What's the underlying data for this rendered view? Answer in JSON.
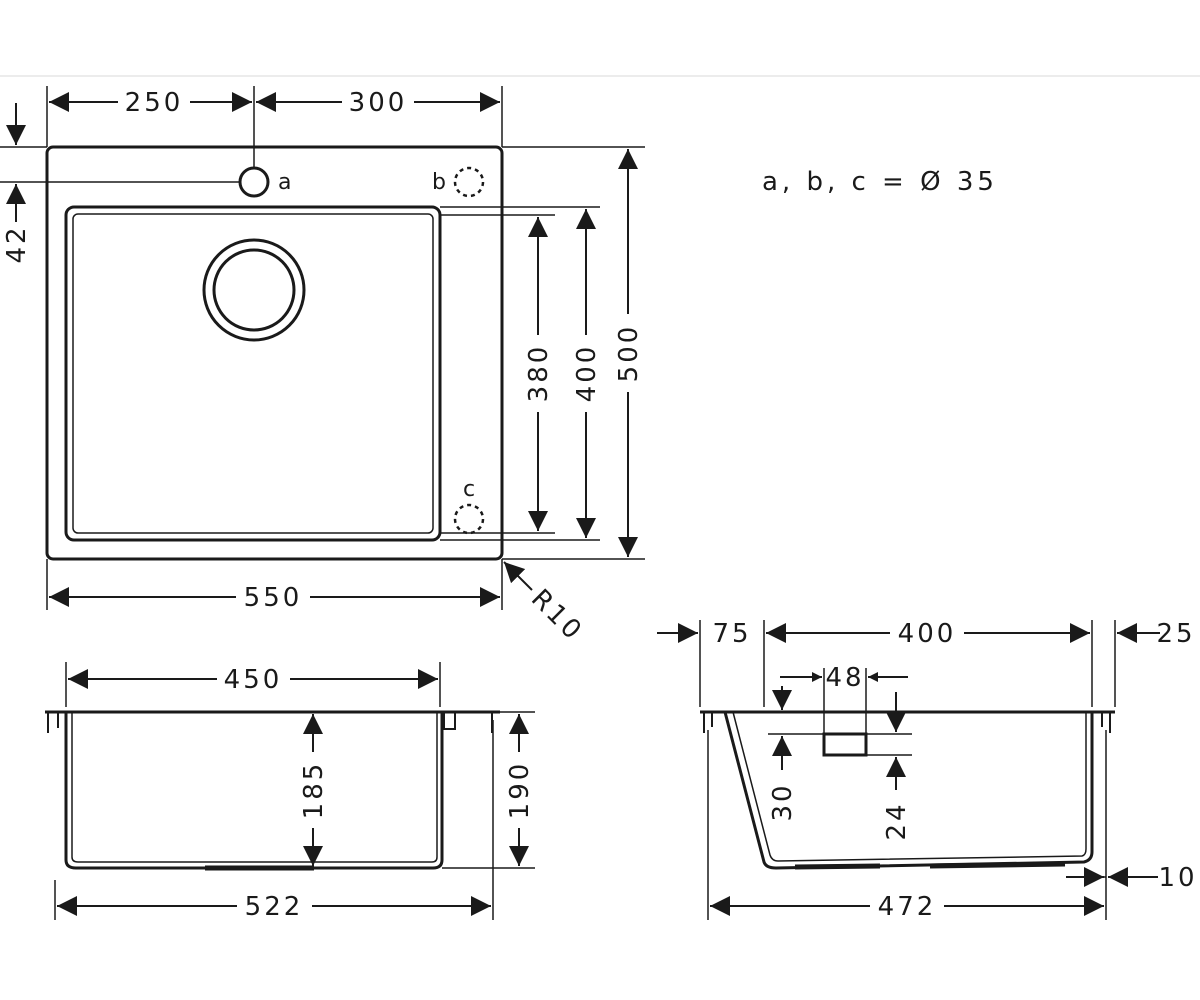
{
  "note": "a, b, c = Ø 35",
  "holes": {
    "a": "a",
    "b": "b",
    "c": "c"
  },
  "plan": {
    "dim_left_width": "250",
    "dim_right_width": "300",
    "dim_total_width": "550",
    "dim_hole_offset": "42",
    "dim_basin_380": "380",
    "dim_basin_400": "400",
    "dim_total_depth": "500",
    "dim_radius": "R10"
  },
  "front_section": {
    "dim_top_width": "450",
    "dim_inner_depth": "185",
    "dim_outer_depth": "190",
    "dim_bottom_width": "522"
  },
  "side_section": {
    "dim_left_offset": "75",
    "dim_inner_width": "400",
    "dim_right_offset": "25",
    "dim_overflow_width": "48",
    "dim_overflow_30": "30",
    "dim_overflow_24": "24",
    "dim_bottom_offset": "10",
    "dim_bottom_width": "472"
  }
}
